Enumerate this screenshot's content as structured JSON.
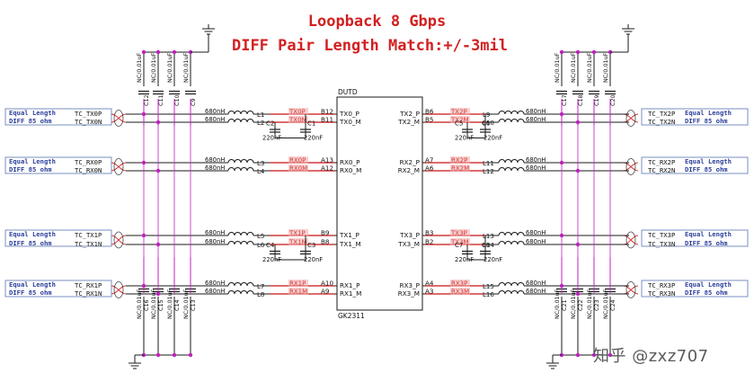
{
  "title": "Loopback 8 Gbps",
  "subtitle": "DIFF Pair Length Match:+/-3mil",
  "chip": {
    "ref": "DUTD",
    "part": "GK2311"
  },
  "box_text": {
    "line1": "Equal Length",
    "line2": "DIFF 85 ohm"
  },
  "inductor_value": "680nH",
  "cap_value": "220nF",
  "top_caps_left": [
    {
      "ref": "C12",
      "value": "NC/0.01uF"
    },
    {
      "ref": "C11",
      "value": "NC/0.01uF"
    },
    {
      "ref": "C10",
      "value": "NC/0.01uF"
    },
    {
      "ref": "C9",
      "value": "NC/0.01uF"
    }
  ],
  "top_caps_right": [
    {
      "ref": "C17",
      "value": "NC/0.01uF"
    },
    {
      "ref": "C18",
      "value": "NC/0.01uF"
    },
    {
      "ref": "C19",
      "value": "NC/0.01uF"
    },
    {
      "ref": "C20",
      "value": "NC/0.01uF"
    }
  ],
  "bottom_caps_left": [
    {
      "ref": "C16",
      "value": "NC/0.01uF"
    },
    {
      "ref": "C15",
      "value": "NC/0.01uF"
    },
    {
      "ref": "C14",
      "value": "NC/0.01uF"
    },
    {
      "ref": "C13",
      "value": "NC/0.01uF"
    }
  ],
  "bottom_caps_right": [
    {
      "ref": "C21",
      "value": "NC/0.01uF"
    },
    {
      "ref": "C22",
      "value": "NC/0.01uF"
    },
    {
      "ref": "C23",
      "value": "NC/0.01uF"
    },
    {
      "ref": "C24",
      "value": "NC/0.01uF"
    }
  ],
  "left_groups": [
    {
      "nets": [
        "TC_TX0P",
        "TC_TX0N"
      ],
      "inductors": [
        "L1",
        "L2"
      ],
      "traces": [
        "TX0P",
        "TX0M"
      ],
      "pins": [
        "B12",
        "B11"
      ],
      "chip_pins": [
        "TX0_P",
        "TX0_M"
      ],
      "caps": [
        "C2",
        "C1"
      ]
    },
    {
      "nets": [
        "TC_RX0P",
        "TC_RX0N"
      ],
      "inductors": [
        "L3",
        "L4"
      ],
      "traces": [
        "RX0P",
        "RX0M"
      ],
      "pins": [
        "A13",
        "A12"
      ],
      "chip_pins": [
        "RX0_P",
        "RX0_M"
      ],
      "caps": []
    },
    {
      "nets": [
        "TC_TX1P",
        "TC_TX1N"
      ],
      "inductors": [
        "L5",
        "L6"
      ],
      "traces": [
        "TX1P",
        "TX1M"
      ],
      "pins": [
        "B9",
        "B8"
      ],
      "chip_pins": [
        "TX1_P",
        "TX1_M"
      ],
      "caps": [
        "C4",
        "C3"
      ]
    },
    {
      "nets": [
        "TC_RX1P",
        "TC_RX1N"
      ],
      "inductors": [
        "L7",
        "L8"
      ],
      "traces": [
        "RX1P",
        "RX1M"
      ],
      "pins": [
        "A10",
        "A9"
      ],
      "chip_pins": [
        "RX1_P",
        "RX1_M"
      ],
      "caps": []
    }
  ],
  "right_groups": [
    {
      "nets": [
        "TC_TX2P",
        "TC_TX2N"
      ],
      "inductors": [
        "L9",
        "L10"
      ],
      "traces": [
        "TX2P",
        "TX2M"
      ],
      "pins": [
        "B6",
        "B5"
      ],
      "chip_pins": [
        "TX2_P",
        "TX2_M"
      ],
      "caps": [
        "C5",
        "C6"
      ]
    },
    {
      "nets": [
        "TC_RX2P",
        "TC_RX2N"
      ],
      "inductors": [
        "L11",
        "L12"
      ],
      "traces": [
        "RX2P",
        "RX2M"
      ],
      "pins": [
        "A7",
        "A6"
      ],
      "chip_pins": [
        "RX2_P",
        "RX2_M"
      ],
      "caps": []
    },
    {
      "nets": [
        "TC_TX3P",
        "TC_TX3N"
      ],
      "inductors": [
        "L13",
        "L14"
      ],
      "traces": [
        "TX3P",
        "TX3M"
      ],
      "pins": [
        "B3",
        "B2"
      ],
      "chip_pins": [
        "TX3_P",
        "TX3_M"
      ],
      "caps": [
        "C7",
        "C8"
      ]
    },
    {
      "nets": [
        "TC_RX3P",
        "TC_RX3N"
      ],
      "inductors": [
        "L15",
        "L16"
      ],
      "traces": [
        "RX3P",
        "RX3M"
      ],
      "pins": [
        "A4",
        "A3"
      ],
      "chip_pins": [
        "RX3_P",
        "RX3_M"
      ],
      "caps": []
    }
  ],
  "watermark": "知乎 @zxz707",
  "colors": {
    "title": "#d22020",
    "trace": "#d23a3a",
    "wire": "#1a1a1a",
    "junction": "#c020c0",
    "box_border": "#7a8fc0",
    "box_text": "#2b3f9a",
    "highlight": "#f3b0b0"
  }
}
